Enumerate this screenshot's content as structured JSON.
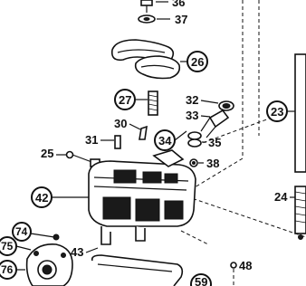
{
  "diagram": {
    "labels": {
      "l36": "36",
      "l37": "37",
      "l26": "26",
      "l27": "27",
      "l32": "32",
      "l33": "33",
      "l23": "23",
      "l30": "30",
      "l31": "31",
      "l34": "34",
      "l35": "35",
      "l25": "25",
      "l38": "38",
      "l42": "42",
      "l24": "24",
      "l74": "74",
      "l75": "75",
      "l43": "43",
      "l48": "48",
      "l76": "76",
      "l59": "59"
    }
  }
}
